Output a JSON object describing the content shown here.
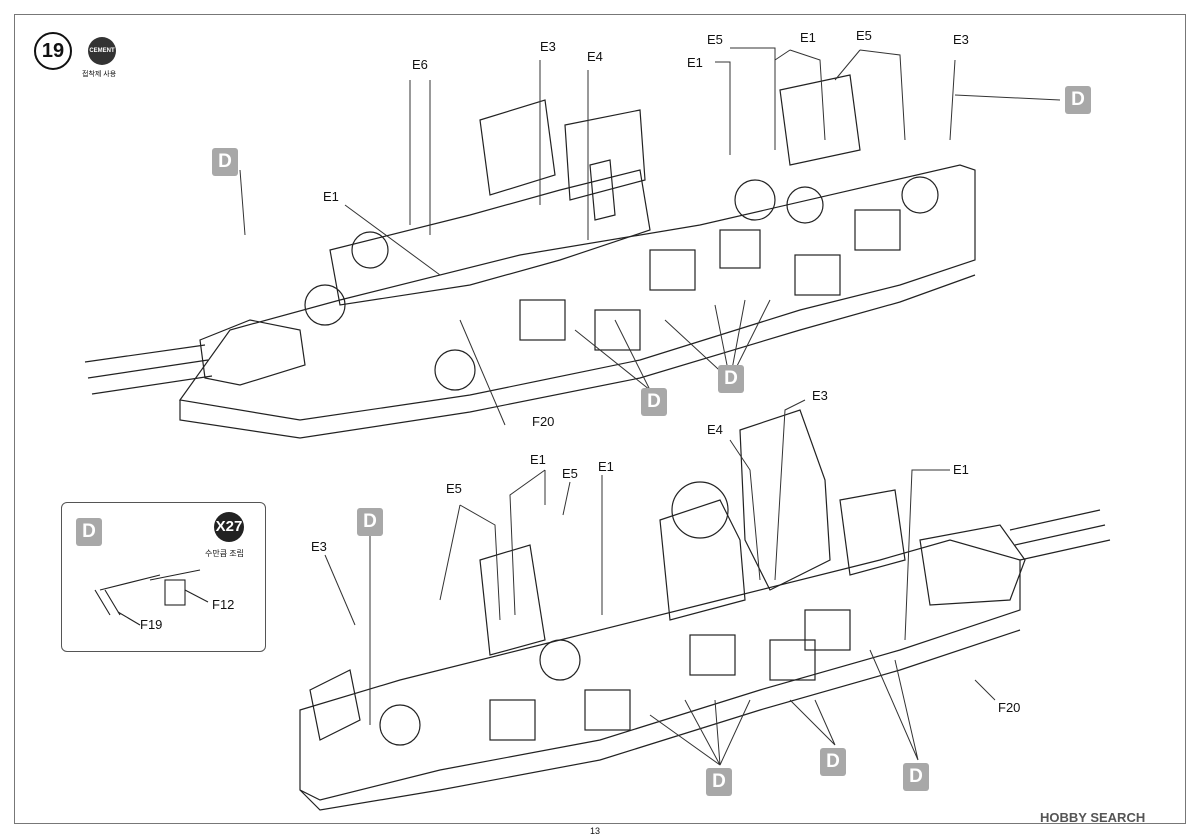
{
  "step": {
    "number": "19",
    "cement_badge": "CEMENT",
    "cement_note": "접착제 사용"
  },
  "inset": {
    "badge": "D",
    "assembly_badge": "X27",
    "assembly_note": "수만큼 조립",
    "part_a": "F12",
    "part_b": "F19"
  },
  "upper_labels": {
    "e6": "E6",
    "e3a": "E3",
    "e4": "E4",
    "e5a": "E5",
    "e1a": "E1",
    "e1b": "E1",
    "e5b": "E5",
    "e3b": "E3",
    "e1c": "E1",
    "f20": "F20"
  },
  "lower_labels": {
    "e3a": "E3",
    "e4": "E4",
    "e1a": "E1",
    "e5a": "E5",
    "e1b": "E1",
    "e5b": "E5",
    "e1c": "E1",
    "e3b": "E3",
    "f20": "F20"
  },
  "badges": {
    "d": "D"
  },
  "footer": {
    "page_number": "13",
    "watermark": "HOBBY SEARCH"
  }
}
